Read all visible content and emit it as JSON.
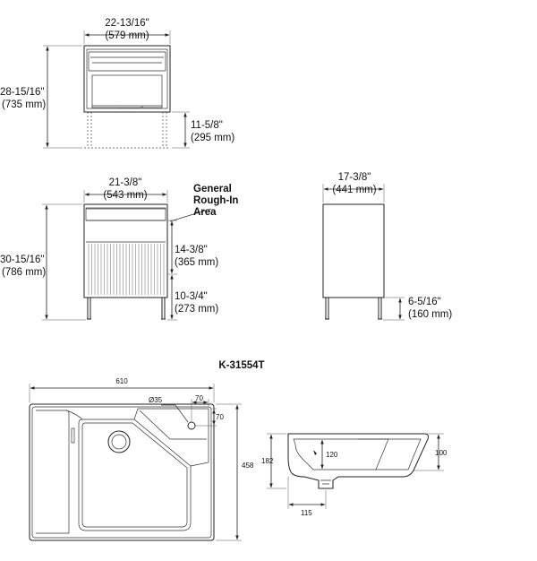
{
  "top_view": {
    "width_label": "22-13/16\"",
    "width_mm": "(579 mm)",
    "height_label": "28-15/16\"",
    "height_mm": "(735 mm)",
    "clearance_label": "11-5/8\"",
    "clearance_mm": "(295 mm)"
  },
  "front_view": {
    "width_label": "21-3/8\"",
    "width_mm": "(543 mm)",
    "height_label": "30-15/16\"",
    "height_mm": "(786 mm)",
    "callout_line1": "General",
    "callout_line2": "Rough-In",
    "callout_line3": "Area",
    "roughin_label": "14-3/8\"",
    "roughin_mm": "(365 mm)",
    "leg_label": "10-3/4\"",
    "leg_mm": "(273 mm)"
  },
  "side_view": {
    "depth_label": "17-3/8\"",
    "depth_mm": "(441 mm)",
    "leg_label": "6-5/16\"",
    "leg_mm": "(160 mm)"
  },
  "model": "K-31554T",
  "sink_plan": {
    "width": "610",
    "depth": "458",
    "drain_dia": "Ø35",
    "faucet_offset_x": "70",
    "faucet_offset_y": "70"
  },
  "sink_section": {
    "overall_height": "182",
    "basin_depth": "120",
    "rim_height": "100",
    "drain_offset": "115"
  }
}
